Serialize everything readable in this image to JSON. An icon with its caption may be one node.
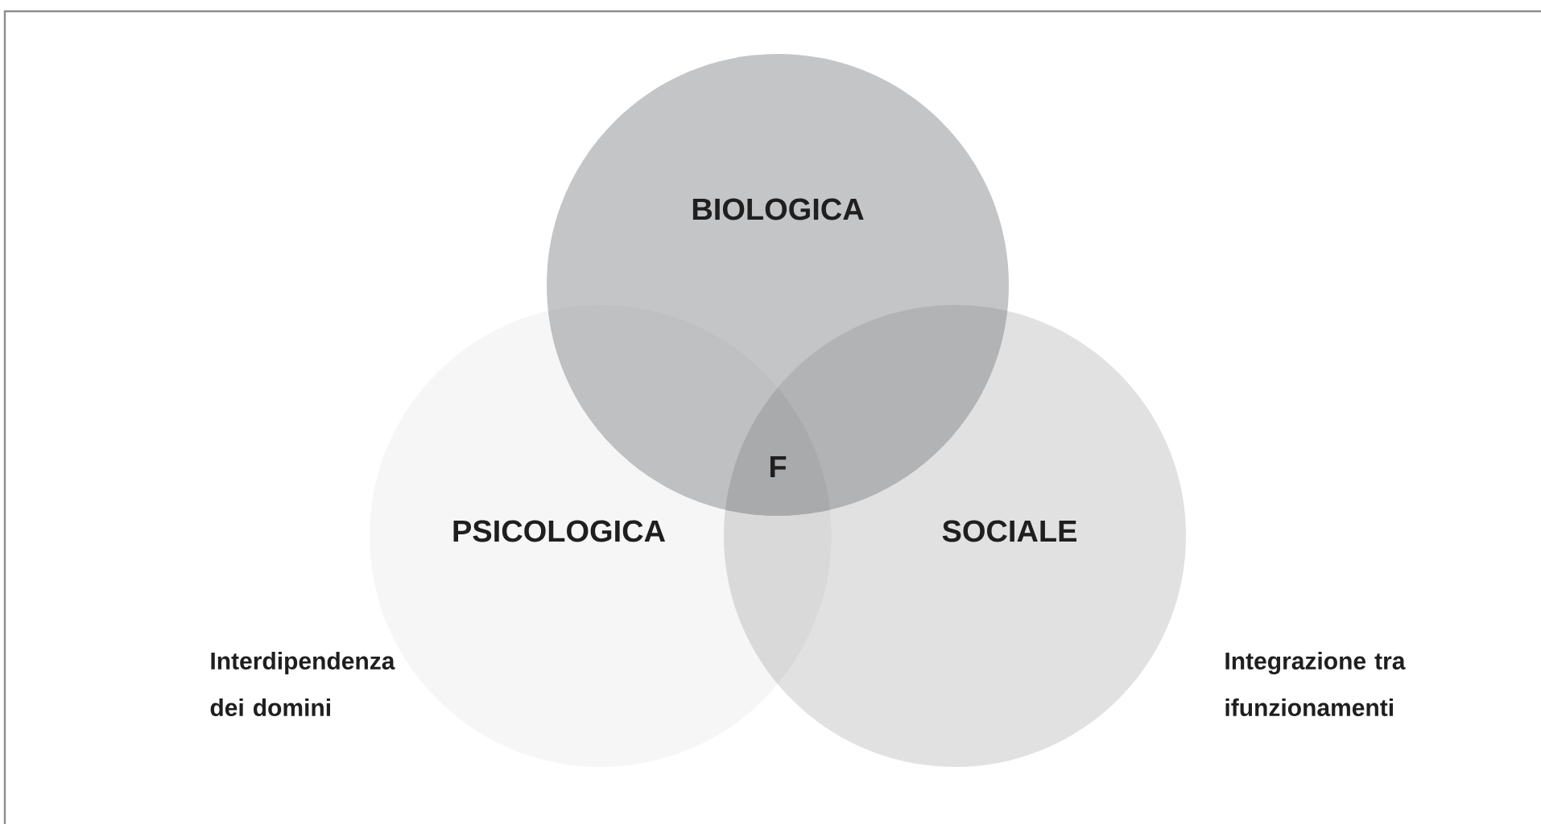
{
  "diagram": {
    "nodes": [
      {
        "text": [
          "BIOLOGICA"
        ]
      },
      {
        "text": [
          "PSICOLOGICA"
        ]
      },
      {
        "text": [
          "SOCIALE"
        ]
      }
    ],
    "labels": [
      "F",
      "Interdipendenza dei domini",
      "Integrazione tra ifunzionamenti"
    ]
  }
}
